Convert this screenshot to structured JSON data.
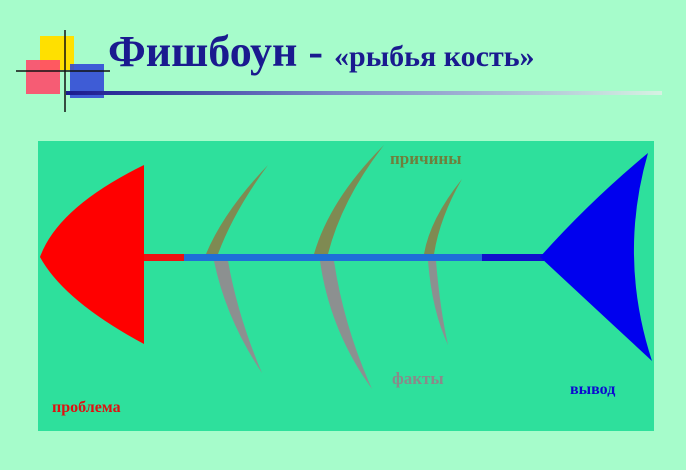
{
  "slide": {
    "title_main": "Фишбоун - ",
    "title_sub": "«рыбья кость»"
  },
  "diagram": {
    "labels": {
      "causes": "причины",
      "facts": "факты",
      "problem": "проблема",
      "conclusion": "вывод"
    },
    "colors": {
      "background": "#2ee09c",
      "head": "#ff0000",
      "tail": "#0000ee",
      "spine": "#1e6fd8",
      "upper_bones": "#7f8a52",
      "lower_bones": "#8c9090"
    }
  }
}
